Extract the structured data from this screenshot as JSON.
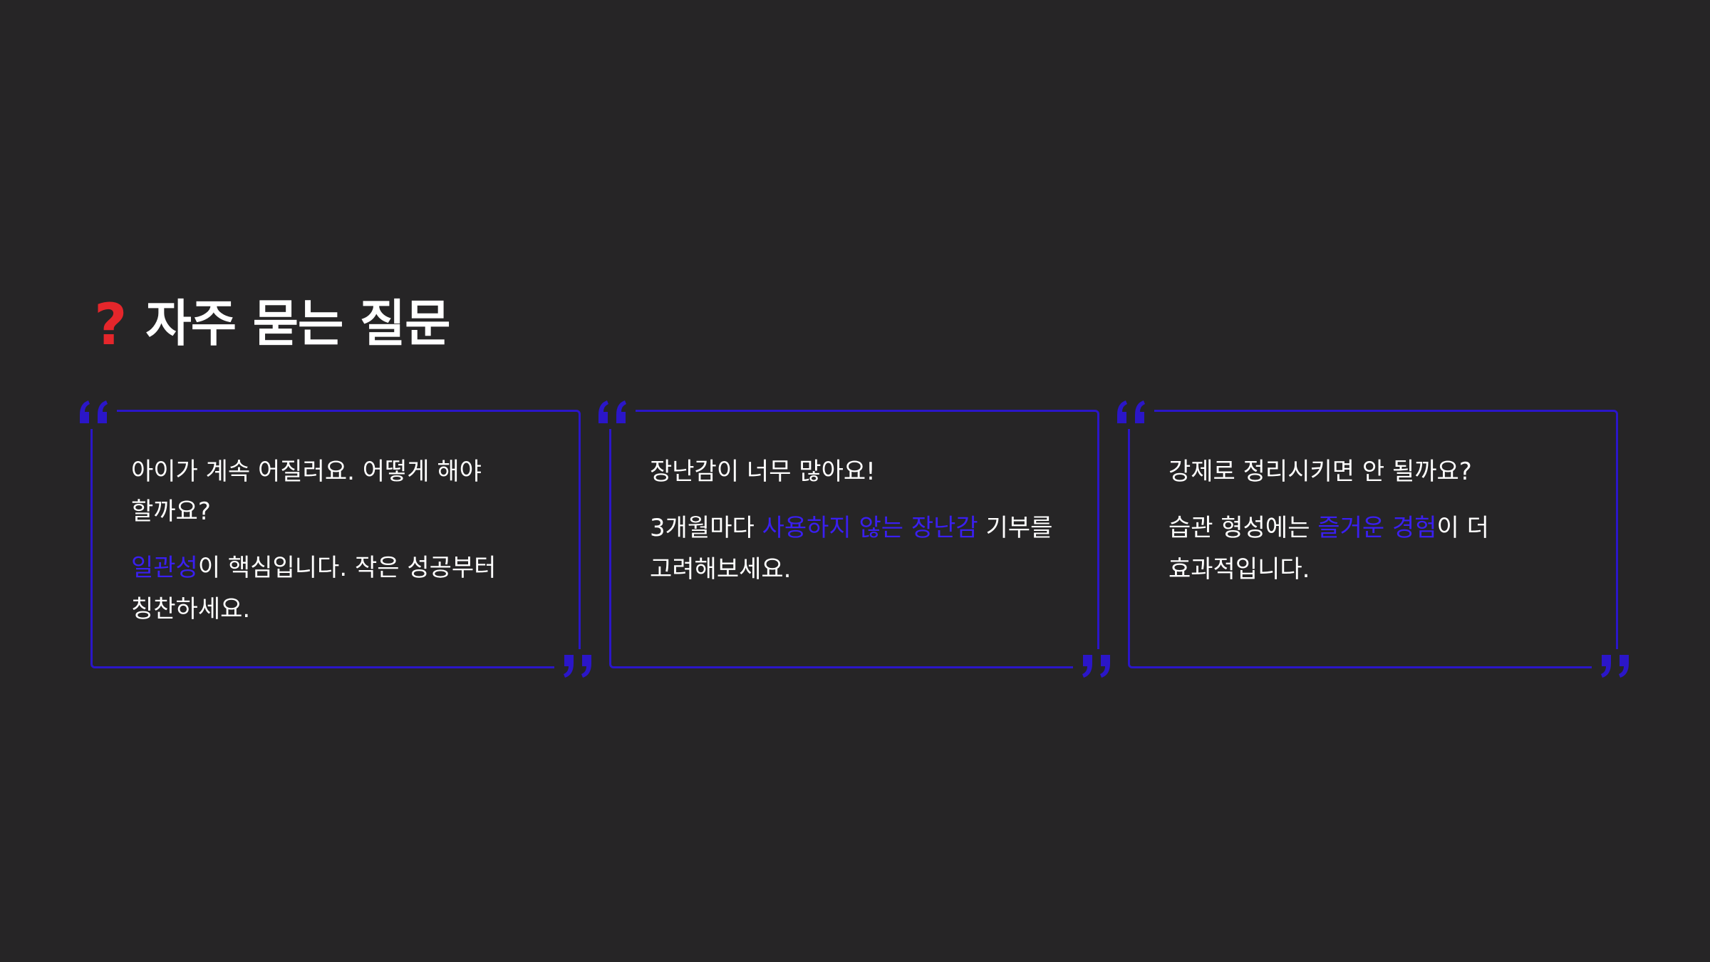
{
  "page": {
    "icon": "question-mark-icon",
    "icon_glyph": "?",
    "title": "자주 묻는 질문"
  },
  "colors": {
    "background": "#262526",
    "accent": "#2b16c8",
    "highlight": "#3a1ff0",
    "icon": "#e5262b",
    "text": "#ffffff"
  },
  "faqs": [
    {
      "question": "아이가 계속 어질러요. 어떻게 해야 할까요?",
      "answer_before": "",
      "answer_highlight": "일관성",
      "answer_after": "이 핵심입니다. 작은 성공부터 칭찬하세요."
    },
    {
      "question": "장난감이 너무 많아요!",
      "answer_before": "3개월마다 ",
      "answer_highlight": "사용하지 않는 장난감",
      "answer_after": " 기부를 고려해보세요."
    },
    {
      "question": "강제로 정리시키면 안 될까요?",
      "answer_before": "습관 형성에는 ",
      "answer_highlight": "즐거운 경험",
      "answer_after": "이 더 효과적입니다."
    }
  ]
}
